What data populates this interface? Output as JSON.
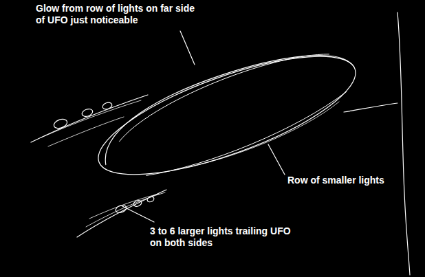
{
  "diagram": {
    "labels": [
      "Glow from row of lights on far side of UFO just noticeable",
      "Row of smaller lights",
      "3 to 6 larger lights trailing UFO on both sides"
    ]
  }
}
